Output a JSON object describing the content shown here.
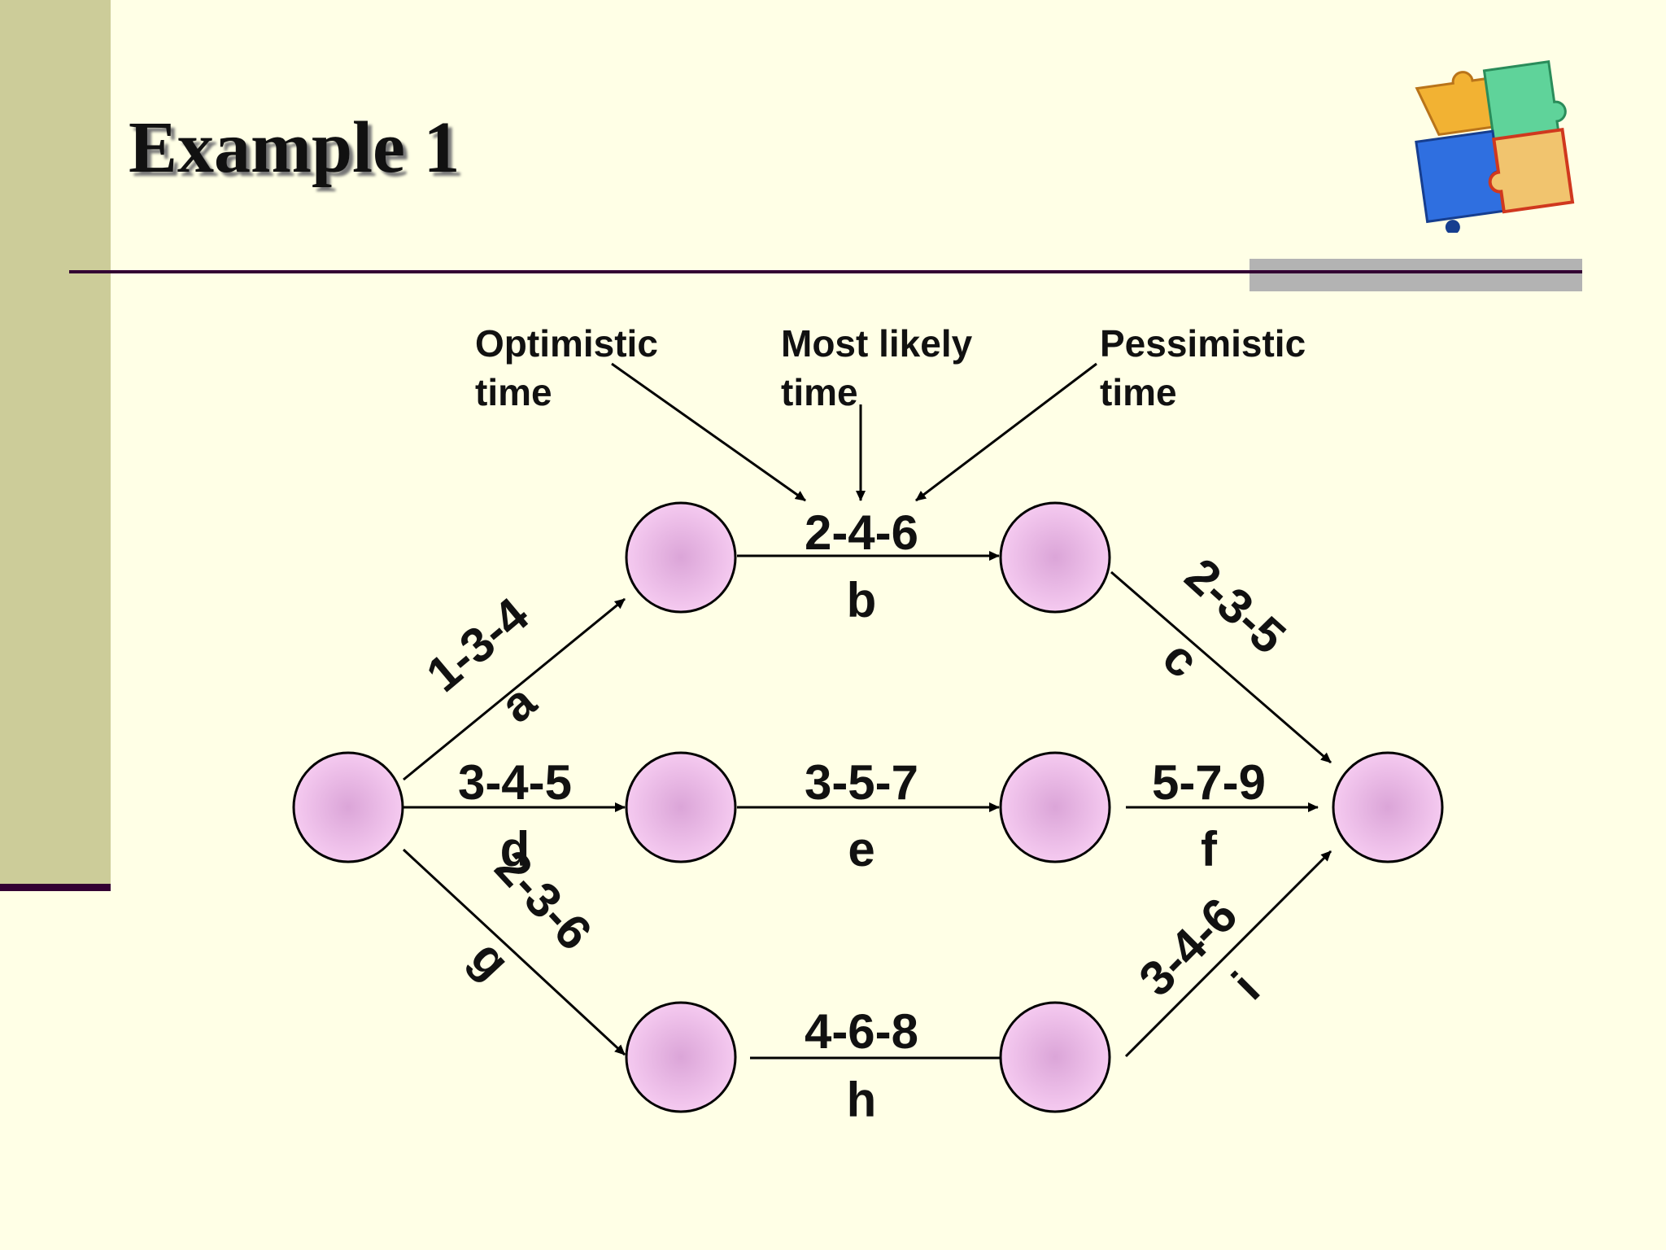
{
  "slide": {
    "title": "Example 1"
  },
  "legend": {
    "optimistic": {
      "line1": "Optimistic",
      "line2": "time"
    },
    "most_likely": {
      "line1": "Most likely",
      "line2": "time"
    },
    "pessimistic": {
      "line1": "Pessimistic",
      "line2": "time"
    }
  },
  "activities": [
    {
      "id": "a",
      "times": "1-3-4"
    },
    {
      "id": "b",
      "times": "2-4-6"
    },
    {
      "id": "c",
      "times": "2-3-5"
    },
    {
      "id": "d",
      "times": "3-4-5"
    },
    {
      "id": "e",
      "times": "3-5-7"
    },
    {
      "id": "f",
      "times": "5-7-9"
    },
    {
      "id": "g",
      "times": "2-3-6"
    },
    {
      "id": "h",
      "times": "4-6-8"
    },
    {
      "id": "i",
      "times": "3-4-6"
    }
  ],
  "colors": {
    "node_center": "#dba5d8",
    "node_edge": "#f5caf0",
    "line": "#000000",
    "sidebar": "#cccc99",
    "background": "#ffffe6"
  },
  "icons": {
    "logo": "puzzle-pieces-icon"
  }
}
